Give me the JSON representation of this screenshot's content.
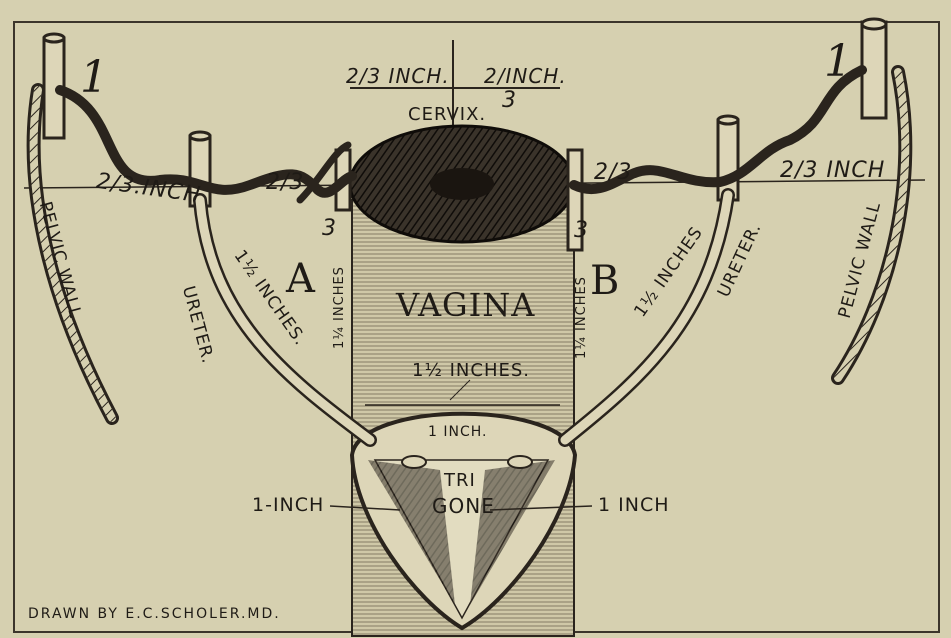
{
  "labels": {
    "num_1_left": "1",
    "num_1_right": "1",
    "two_thirds_top_left": "2/3 INCH.",
    "two_thirds_top_right": "2/INCH.",
    "three_top_right": "3",
    "cervix": "CERVIX.",
    "two_thirds_left": "2/3.INCH",
    "two_thirds_right": "2/3 INCH",
    "fraction_left_mid": "2/3",
    "fraction_left_3": "3",
    "fraction_right_mid": "2/3",
    "fraction_right_3": "3",
    "pelvic_wall_left": "PELVIC WALL",
    "pelvic_wall_right": "PELVIC WALL",
    "ureter_left": "URETER.",
    "ureter_right": "URETER.",
    "inches_left": "1½ INCHES.",
    "inches_right": "1½ INCHES",
    "letter_a": "A",
    "letter_b": "B",
    "quarter_left": "1¼ INCHES",
    "quarter_right": "1¼ INCHES",
    "vagina": "VAGINA",
    "one_half_inches": "1½ INCHES.",
    "one_inch_top": "1 INCH.",
    "trigone_1": "TRI",
    "trigone_2": "GONE",
    "one_inch_left": "1-INCH",
    "one_inch_right": "1 INCH",
    "credit": "DRAWN BY E.C.SCHOLER.MD."
  },
  "colors": {
    "paper": "#d6d0b0",
    "ink": "#1f1b16"
  }
}
